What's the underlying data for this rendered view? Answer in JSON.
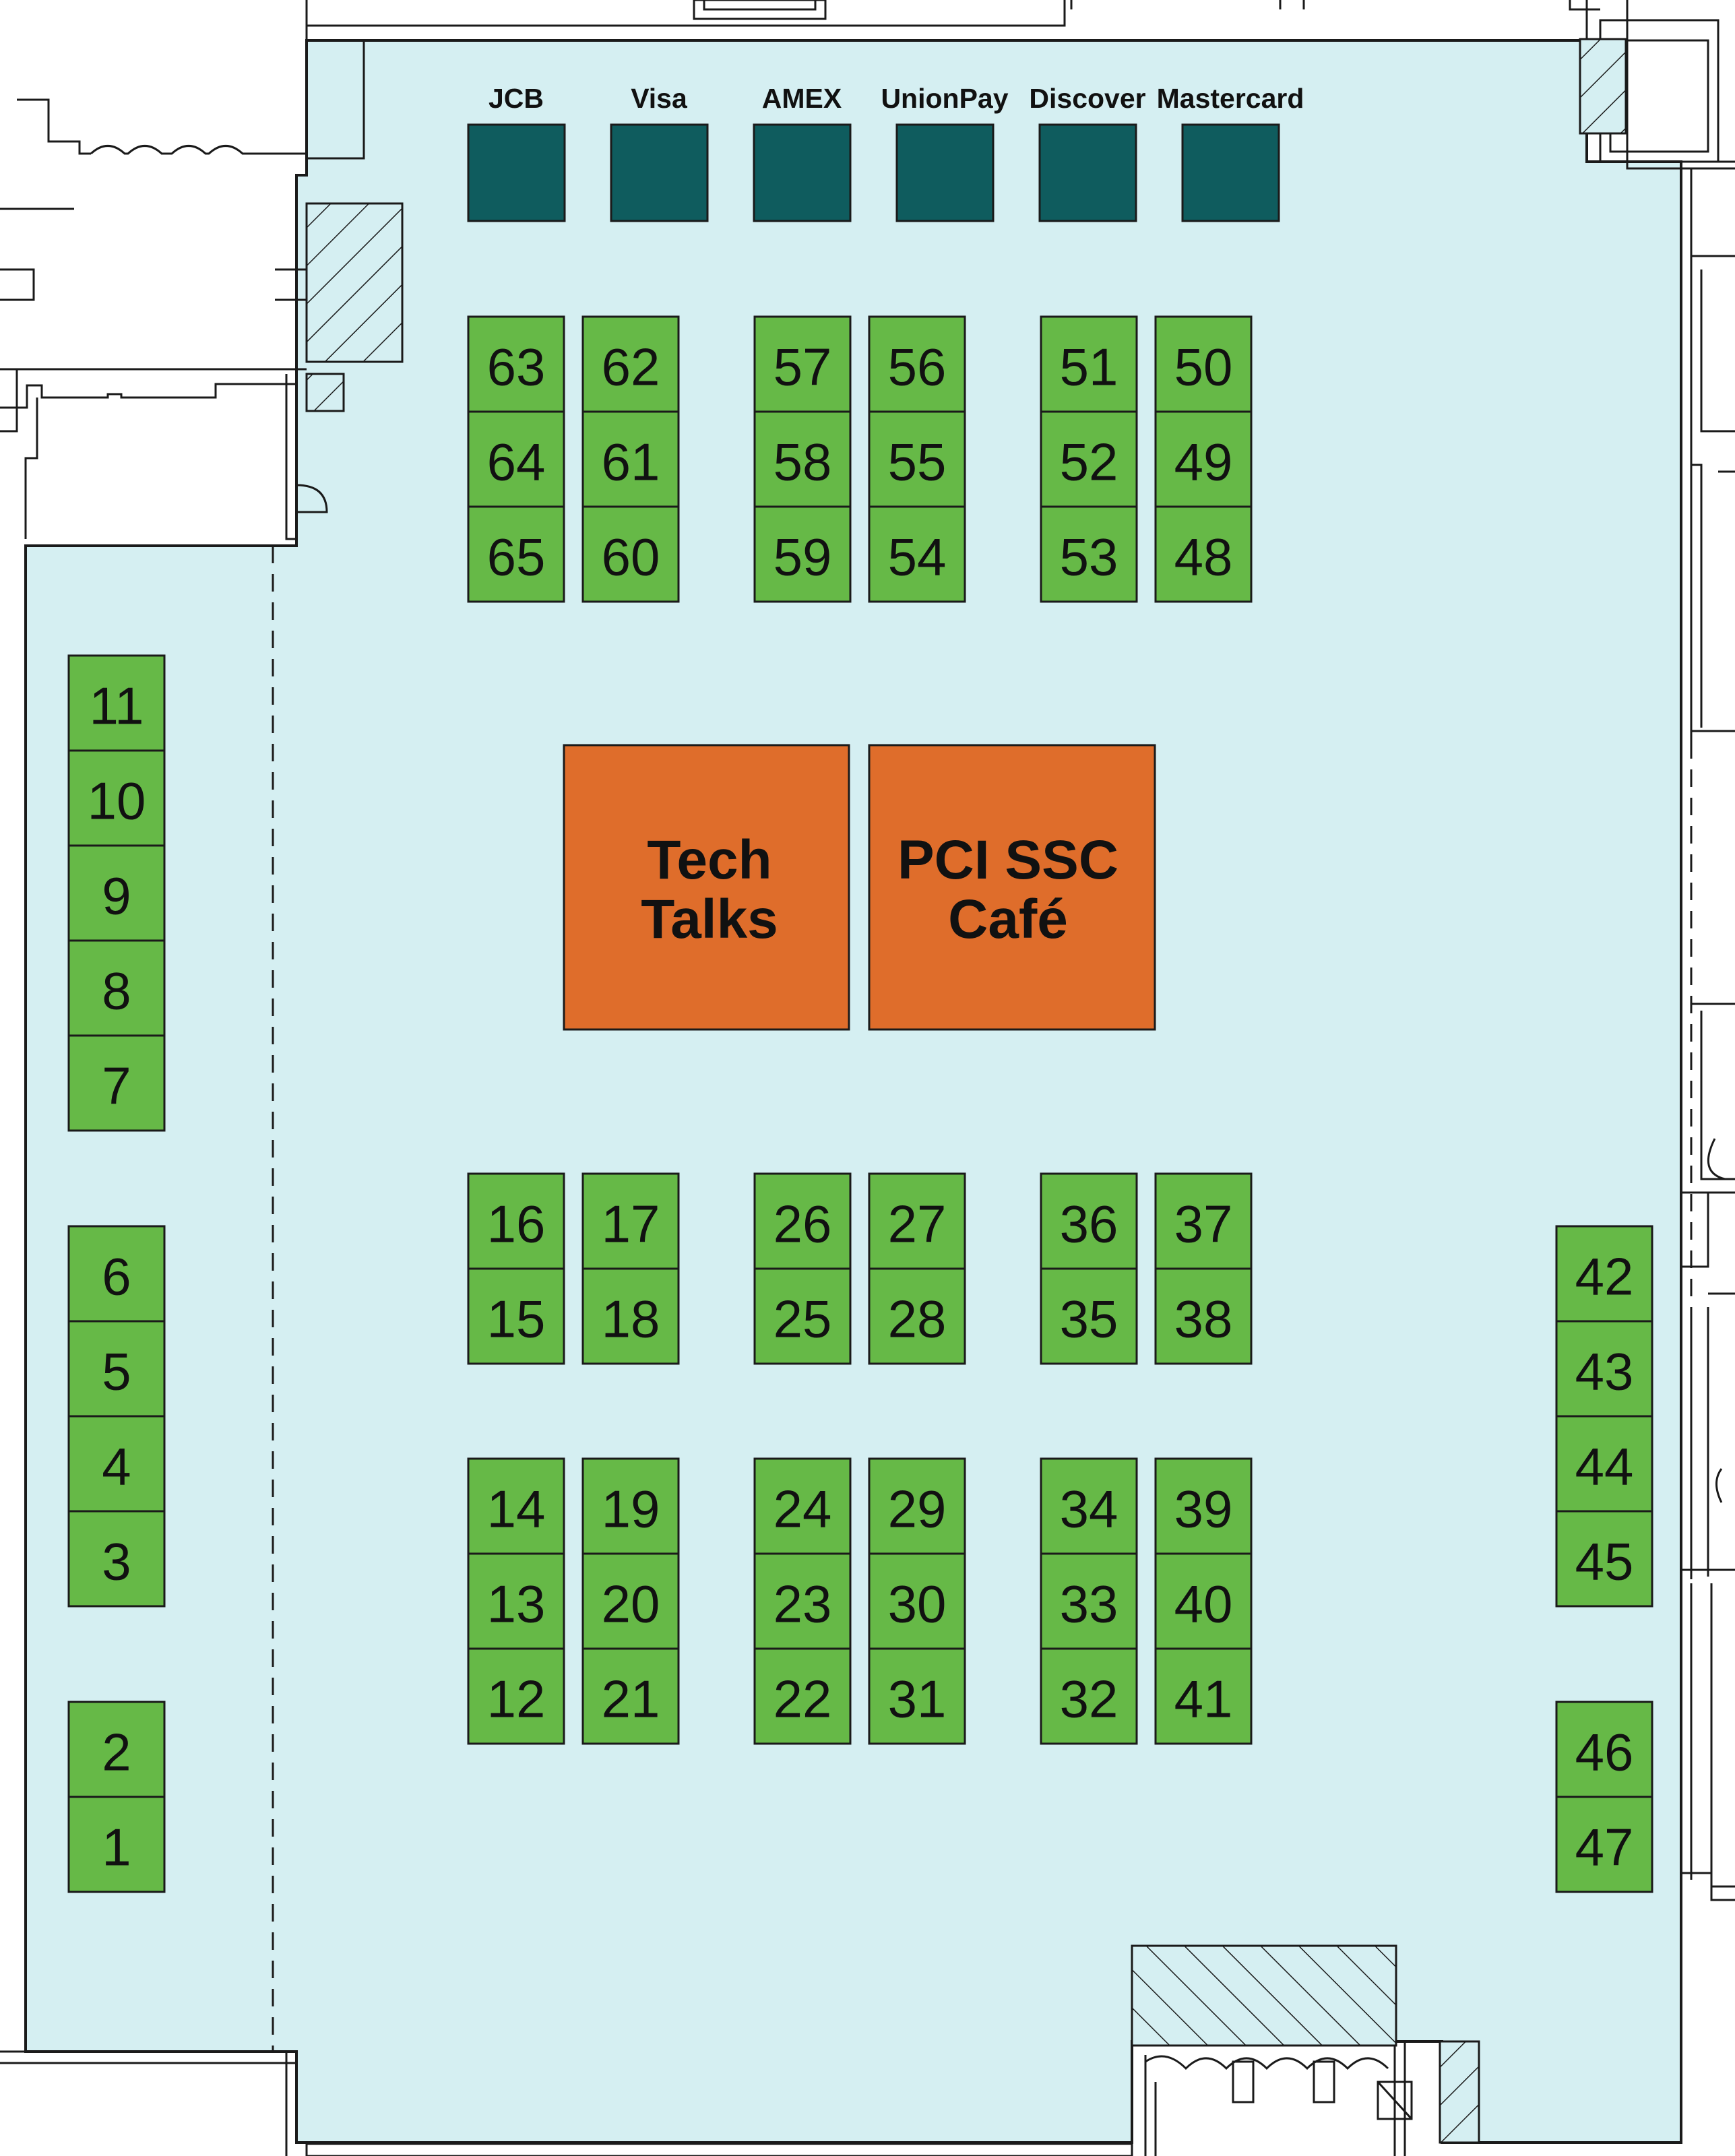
{
  "colors": {
    "floor": "#d5eff2",
    "booth": "#66b947",
    "sponsor": "#0f5c5e",
    "feature": "#df6d2b",
    "walls": "#1a1a1a"
  },
  "sponsors": [
    "JCB",
    "Visa",
    "AMEX",
    "UnionPay",
    "Discover",
    "Mastercard"
  ],
  "features": {
    "tech_talks": [
      "Tech",
      "Talks"
    ],
    "cafe": [
      "PCI SSC",
      "Café"
    ]
  },
  "booth_numbers": [
    "1",
    "2",
    "3",
    "4",
    "5",
    "6",
    "7",
    "8",
    "9",
    "10",
    "11",
    "12",
    "13",
    "14",
    "15",
    "16",
    "17",
    "18",
    "19",
    "20",
    "21",
    "22",
    "23",
    "24",
    "25",
    "26",
    "27",
    "28",
    "29",
    "30",
    "31",
    "32",
    "33",
    "34",
    "35",
    "36",
    "37",
    "38",
    "39",
    "40",
    "41",
    "42",
    "43",
    "44",
    "45",
    "46",
    "47",
    "48",
    "49",
    "50",
    "51",
    "52",
    "53",
    "54",
    "55",
    "56",
    "57",
    "58",
    "59",
    "60",
    "61",
    "62",
    "63",
    "64",
    "65"
  ]
}
